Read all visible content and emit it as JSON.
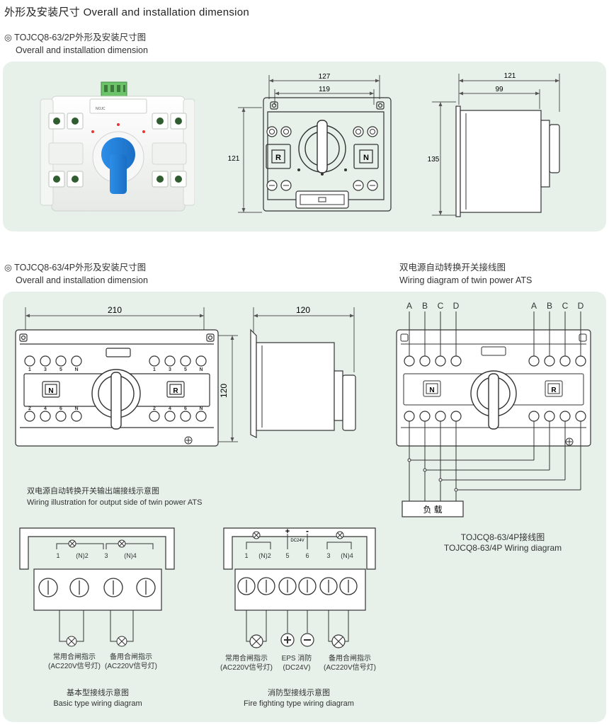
{
  "header": {
    "title": "外形及安装尺寸  Overall and installation dimension"
  },
  "section1": {
    "title_cn": "◎ TOJCQ8-63/2P外形及安装尺寸图",
    "title_en": "Overall and installation dimension",
    "device_labels": [
      "NOJC"
    ],
    "front_dims": {
      "outer_width": "127",
      "inner_width": "119",
      "height": "121"
    },
    "side_dims": {
      "overall_depth": "121",
      "body_depth": "99",
      "height": "135"
    },
    "badges": [
      "N",
      "R"
    ]
  },
  "section2": {
    "title_cn": "◎ TOJCQ8-63/4P外形及安装尺寸图",
    "title_en": "Overall and installation dimension",
    "wiring_title_cn": "双电源自动转换开关接线图",
    "wiring_title_en": "Wiring diagram of twin power ATS",
    "front_dims": {
      "width": "210",
      "height": "120"
    },
    "side_dims": {
      "depth": "120"
    },
    "terminal_top": [
      "1",
      "3",
      "5",
      "N",
      "1",
      "3",
      "5",
      "N"
    ],
    "terminal_bottom": [
      "2",
      "4",
      "6",
      "N",
      "2",
      "4",
      "6",
      "N"
    ],
    "phases": [
      "A",
      "B",
      "C",
      "D",
      "A",
      "B",
      "C",
      "D"
    ],
    "load_label": "负  载",
    "wiring_caption_cn": "TOJCQ8-63/4P接线图",
    "wiring_caption_en": "TOJCQ8-63/4P Wiring diagram",
    "output_title_cn": "双电源自动转换开关输出端接线示意图",
    "output_title_en": "Wiring illustration for output side of twin power ATS",
    "basic": {
      "labels": [
        "1",
        "(N)2",
        "3",
        "(N)4"
      ],
      "lamp1_cn": "常用合闸指示",
      "lamp1_en": "(AC220V信号灯)",
      "lamp2_cn": "备用合闸指示",
      "lamp2_en": "(AC220V信号灯)",
      "caption_cn": "基本型接线示意图",
      "caption_en": "Basic type wiring diagram"
    },
    "fire": {
      "labels": [
        "1",
        "(N)2",
        "5",
        "6",
        "3",
        "(N)4"
      ],
      "dc_label": "DC24V",
      "plus": "+",
      "minus": "-",
      "lamp1_cn": "常用合闸指示",
      "lamp1_en": "(AC220V信号灯)",
      "eps_cn": "EPS 消防",
      "eps_en": "(DC24V)",
      "lamp2_cn": "备用合闸指示",
      "lamp2_en": "(AC220V信号灯)",
      "caption_cn": "消防型接线示意图",
      "caption_en": "Fire fighting type wiring diagram"
    }
  }
}
